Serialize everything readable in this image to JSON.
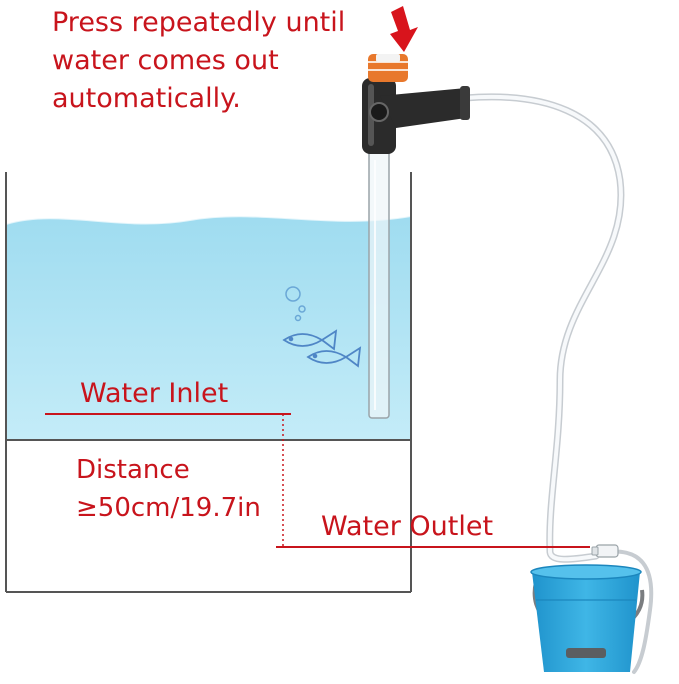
{
  "instruction": {
    "line1": "Press repeatedly until",
    "line2": "water comes out",
    "line3": "automatically."
  },
  "labels": {
    "water_inlet": "Water Inlet",
    "distance_line1": "Distance",
    "distance_line2": "≥50cm/19.7in",
    "water_outlet": "Water Outlet"
  },
  "colors": {
    "annotation_red": "#c8141c",
    "water": "#aee3f3",
    "bucket": "#2aa7dd",
    "pump_body": "#2b2b2b",
    "pump_button": "#e8782c"
  },
  "icons": {
    "press_arrow": "arrow-down-icon",
    "fish": "fish-icon",
    "bubbles": "bubble-icon"
  }
}
